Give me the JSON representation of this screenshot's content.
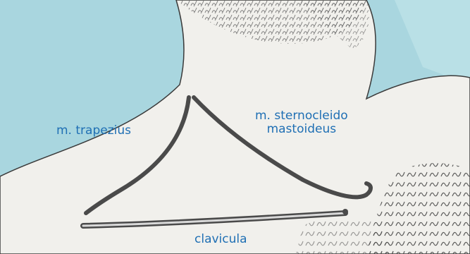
{
  "figure": {
    "description_labels": {
      "trapezius": "m. trapezius",
      "sternocleidomastoideus_line1": "m. sternocleido",
      "sternocleidomastoideus_line2": "mastoideus",
      "clavicula": "clavicula"
    },
    "colors": {
      "label": "#1f6fb4",
      "drape": "#a9d6df",
      "skin": "#f1f0ec",
      "outline": "#4a4a4a"
    }
  }
}
